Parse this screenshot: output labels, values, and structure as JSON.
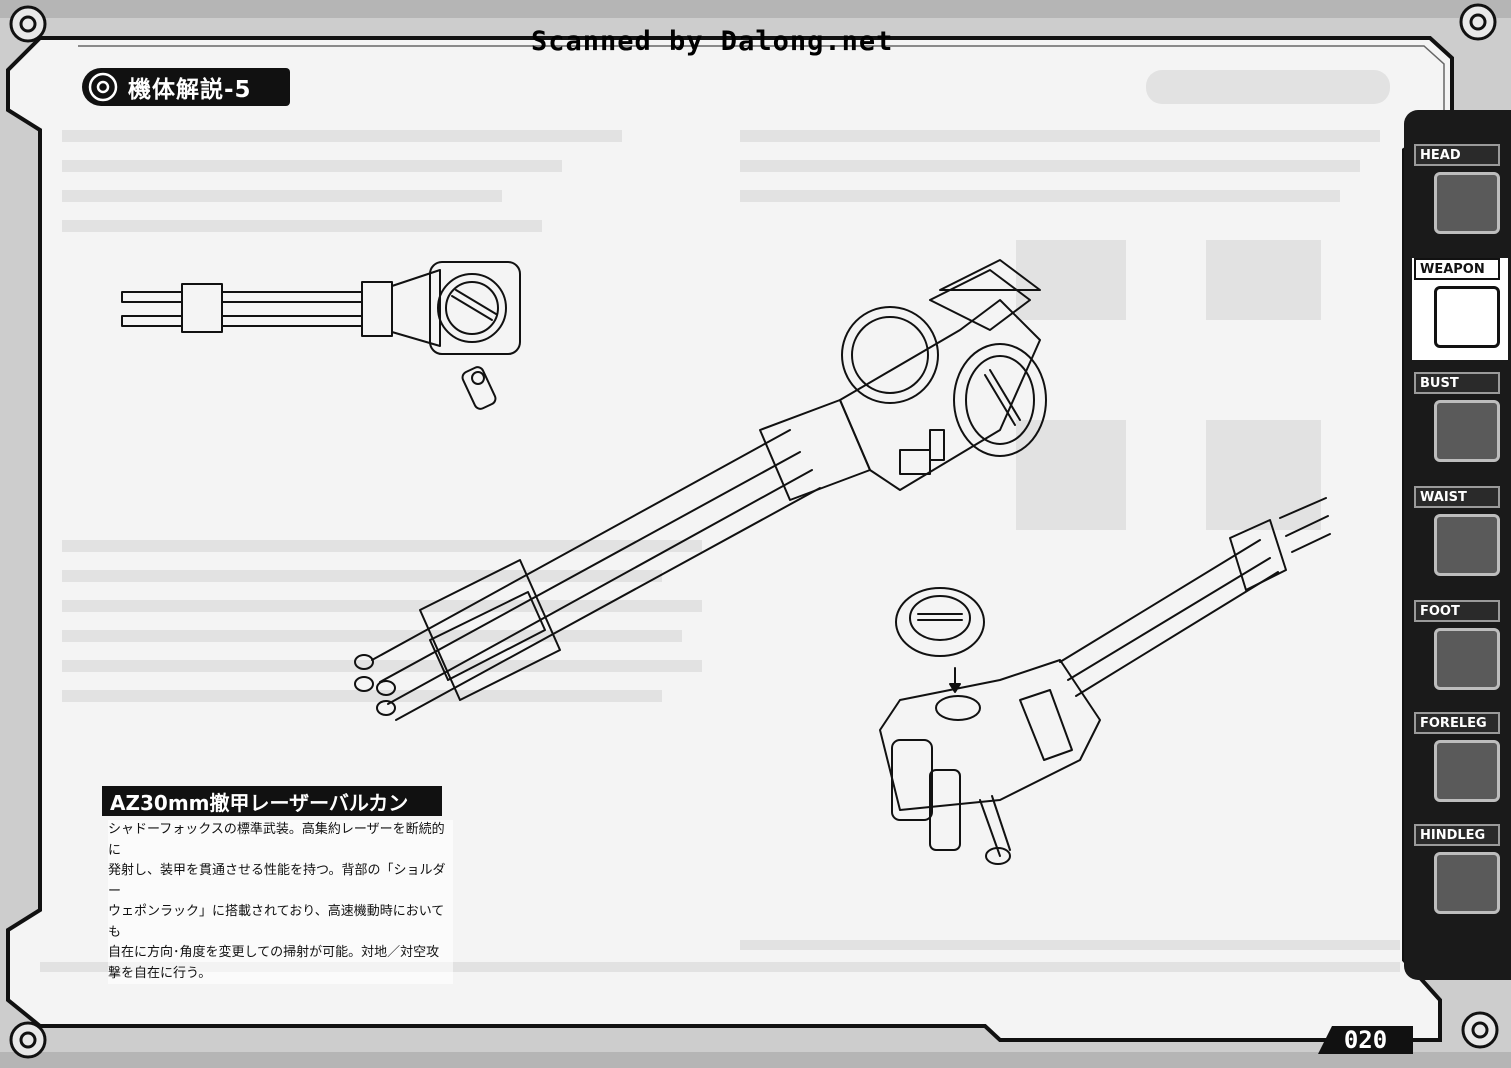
{
  "watermark": "Scanned by Dalong.net",
  "section_title": "機体解説-5",
  "weapon": {
    "name": "AZ30mm撤甲レーザーバルカン",
    "description_lines": [
      "シャドーフォックスの標準武装。高集約レーザーを断続的に",
      "発射し、装甲を貫通させる性能を持つ。背部の「ショルダー",
      "ウェポンラック」に搭載されており、高速機動時においても",
      "自在に方向･角度を変更しての掃射が可能。対地／対空攻",
      "撃を自在に行う。"
    ]
  },
  "page_number": "020",
  "nav": {
    "tabs": [
      {
        "label": "HEAD",
        "active": false,
        "icon": "head-icon"
      },
      {
        "label": "WEAPON",
        "active": true,
        "icon": "weapon-icon"
      },
      {
        "label": "BUST",
        "active": false,
        "icon": "bust-icon"
      },
      {
        "label": "WAIST",
        "active": false,
        "icon": "waist-icon"
      },
      {
        "label": "FOOT",
        "active": false,
        "icon": "foot-icon"
      },
      {
        "label": "FORELEG",
        "active": false,
        "icon": "foreleg-icon"
      },
      {
        "label": "HINDLEG",
        "active": false,
        "icon": "hindleg-icon"
      }
    ]
  },
  "colors": {
    "frame": "#1a1a1a",
    "panel": "#f4f4f4",
    "background": "#cfcfcf"
  }
}
